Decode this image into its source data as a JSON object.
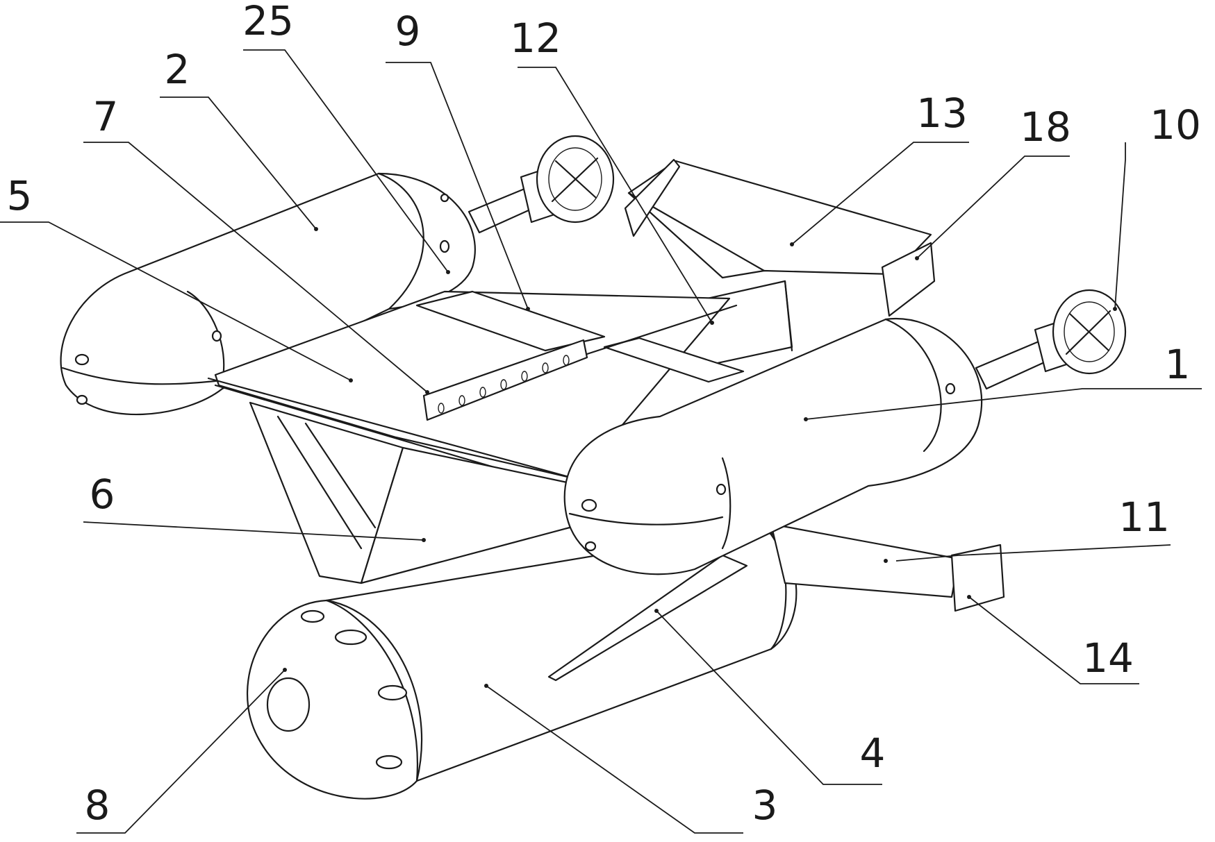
{
  "labels": {
    "l1": "1",
    "l2": "2",
    "l3": "3",
    "l4": "4",
    "l5": "5",
    "l6": "6",
    "l7": "7",
    "l8": "8",
    "l9": "9",
    "l10": "10",
    "l11": "11",
    "l12": "12",
    "l13": "13",
    "l14": "14",
    "l18": "18",
    "l25": "25"
  }
}
